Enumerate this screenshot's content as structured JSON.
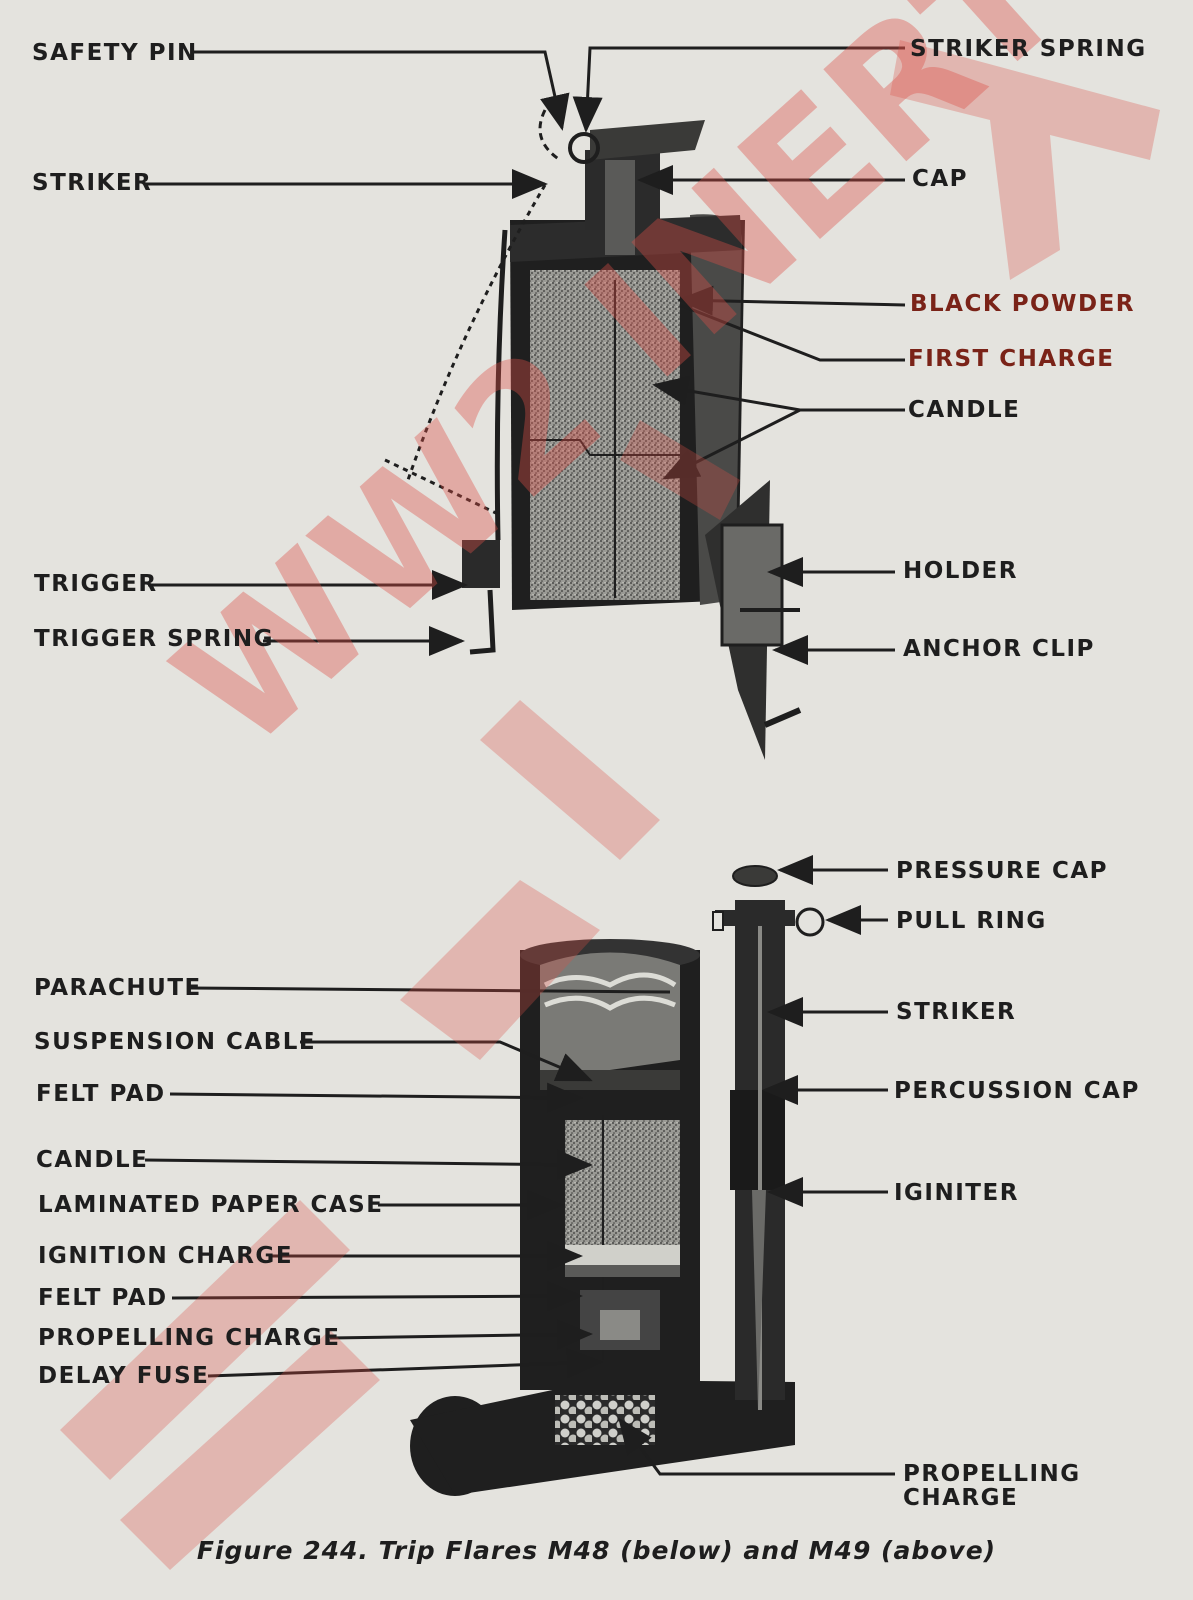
{
  "m49": {
    "labels": {
      "safety_pin": "SAFETY PIN",
      "striker_spring": "STRIKER SPRING",
      "striker": "STRIKER",
      "cap": "CAP",
      "black_powder": "BLACK POWDER",
      "first_charge": "FIRST CHARGE",
      "candle": "CANDLE",
      "holder": "HOLDER",
      "trigger": "TRIGGER",
      "trigger_spring": "TRIGGER SPRING",
      "anchor_clip": "ANCHOR CLIP"
    }
  },
  "m48": {
    "labels": {
      "pressure_cap": "PRESSURE CAP",
      "pull_ring": "PULL RING",
      "striker": "STRIKER",
      "percussion_cap": "PERCUSSION CAP",
      "igniter": "IGINITER",
      "parachute": "PARACHUTE",
      "suspension_cable": "SUSPENSION CABLE",
      "felt_pad_upper": "FELT PAD",
      "candle": "CANDLE",
      "laminated_paper_case": "LAMINATED PAPER CASE",
      "ignition_charge": "IGNITION CHARGE",
      "felt_pad_lower": "FELT PAD",
      "propelling_charge_left": "PROPELLING CHARGE",
      "delay_fuse": "DELAY FUSE",
      "propelling_charge_bottom": "PROPELLING CHARGE"
    }
  },
  "caption": "Figure 244.  Trip Flares M48 (below) and M49 (above)",
  "watermark": "WW2 INERT",
  "colors": {
    "paper": "#e4e3de",
    "ink": "#1e1e1e",
    "watermark": "#dc5046",
    "filler": "#8a8a86"
  }
}
